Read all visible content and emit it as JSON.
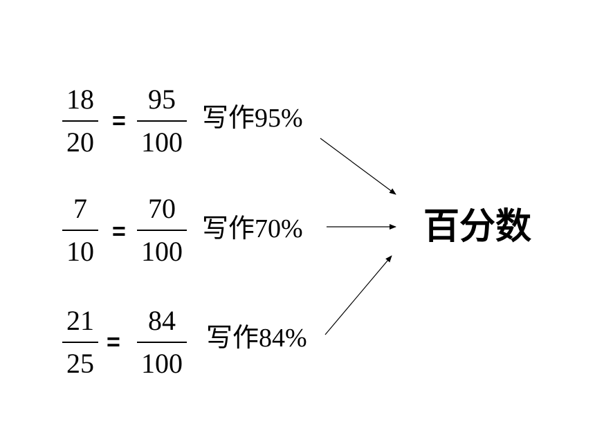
{
  "rows": [
    {
      "left": {
        "numerator": "18",
        "denominator": "20"
      },
      "equals": "=",
      "right": {
        "numerator": "95",
        "denominator": "100"
      },
      "written_as": "写作95%"
    },
    {
      "left": {
        "numerator": "7",
        "denominator": "10"
      },
      "equals": "=",
      "right": {
        "numerator": "70",
        "denominator": "100"
      },
      "written_as": "写作70%"
    },
    {
      "left": {
        "numerator": "21",
        "denominator": "25"
      },
      "equals": "=",
      "right": {
        "numerator": "84",
        "denominator": "100"
      },
      "written_as": "写作84%"
    }
  ],
  "target_term": "百分数"
}
